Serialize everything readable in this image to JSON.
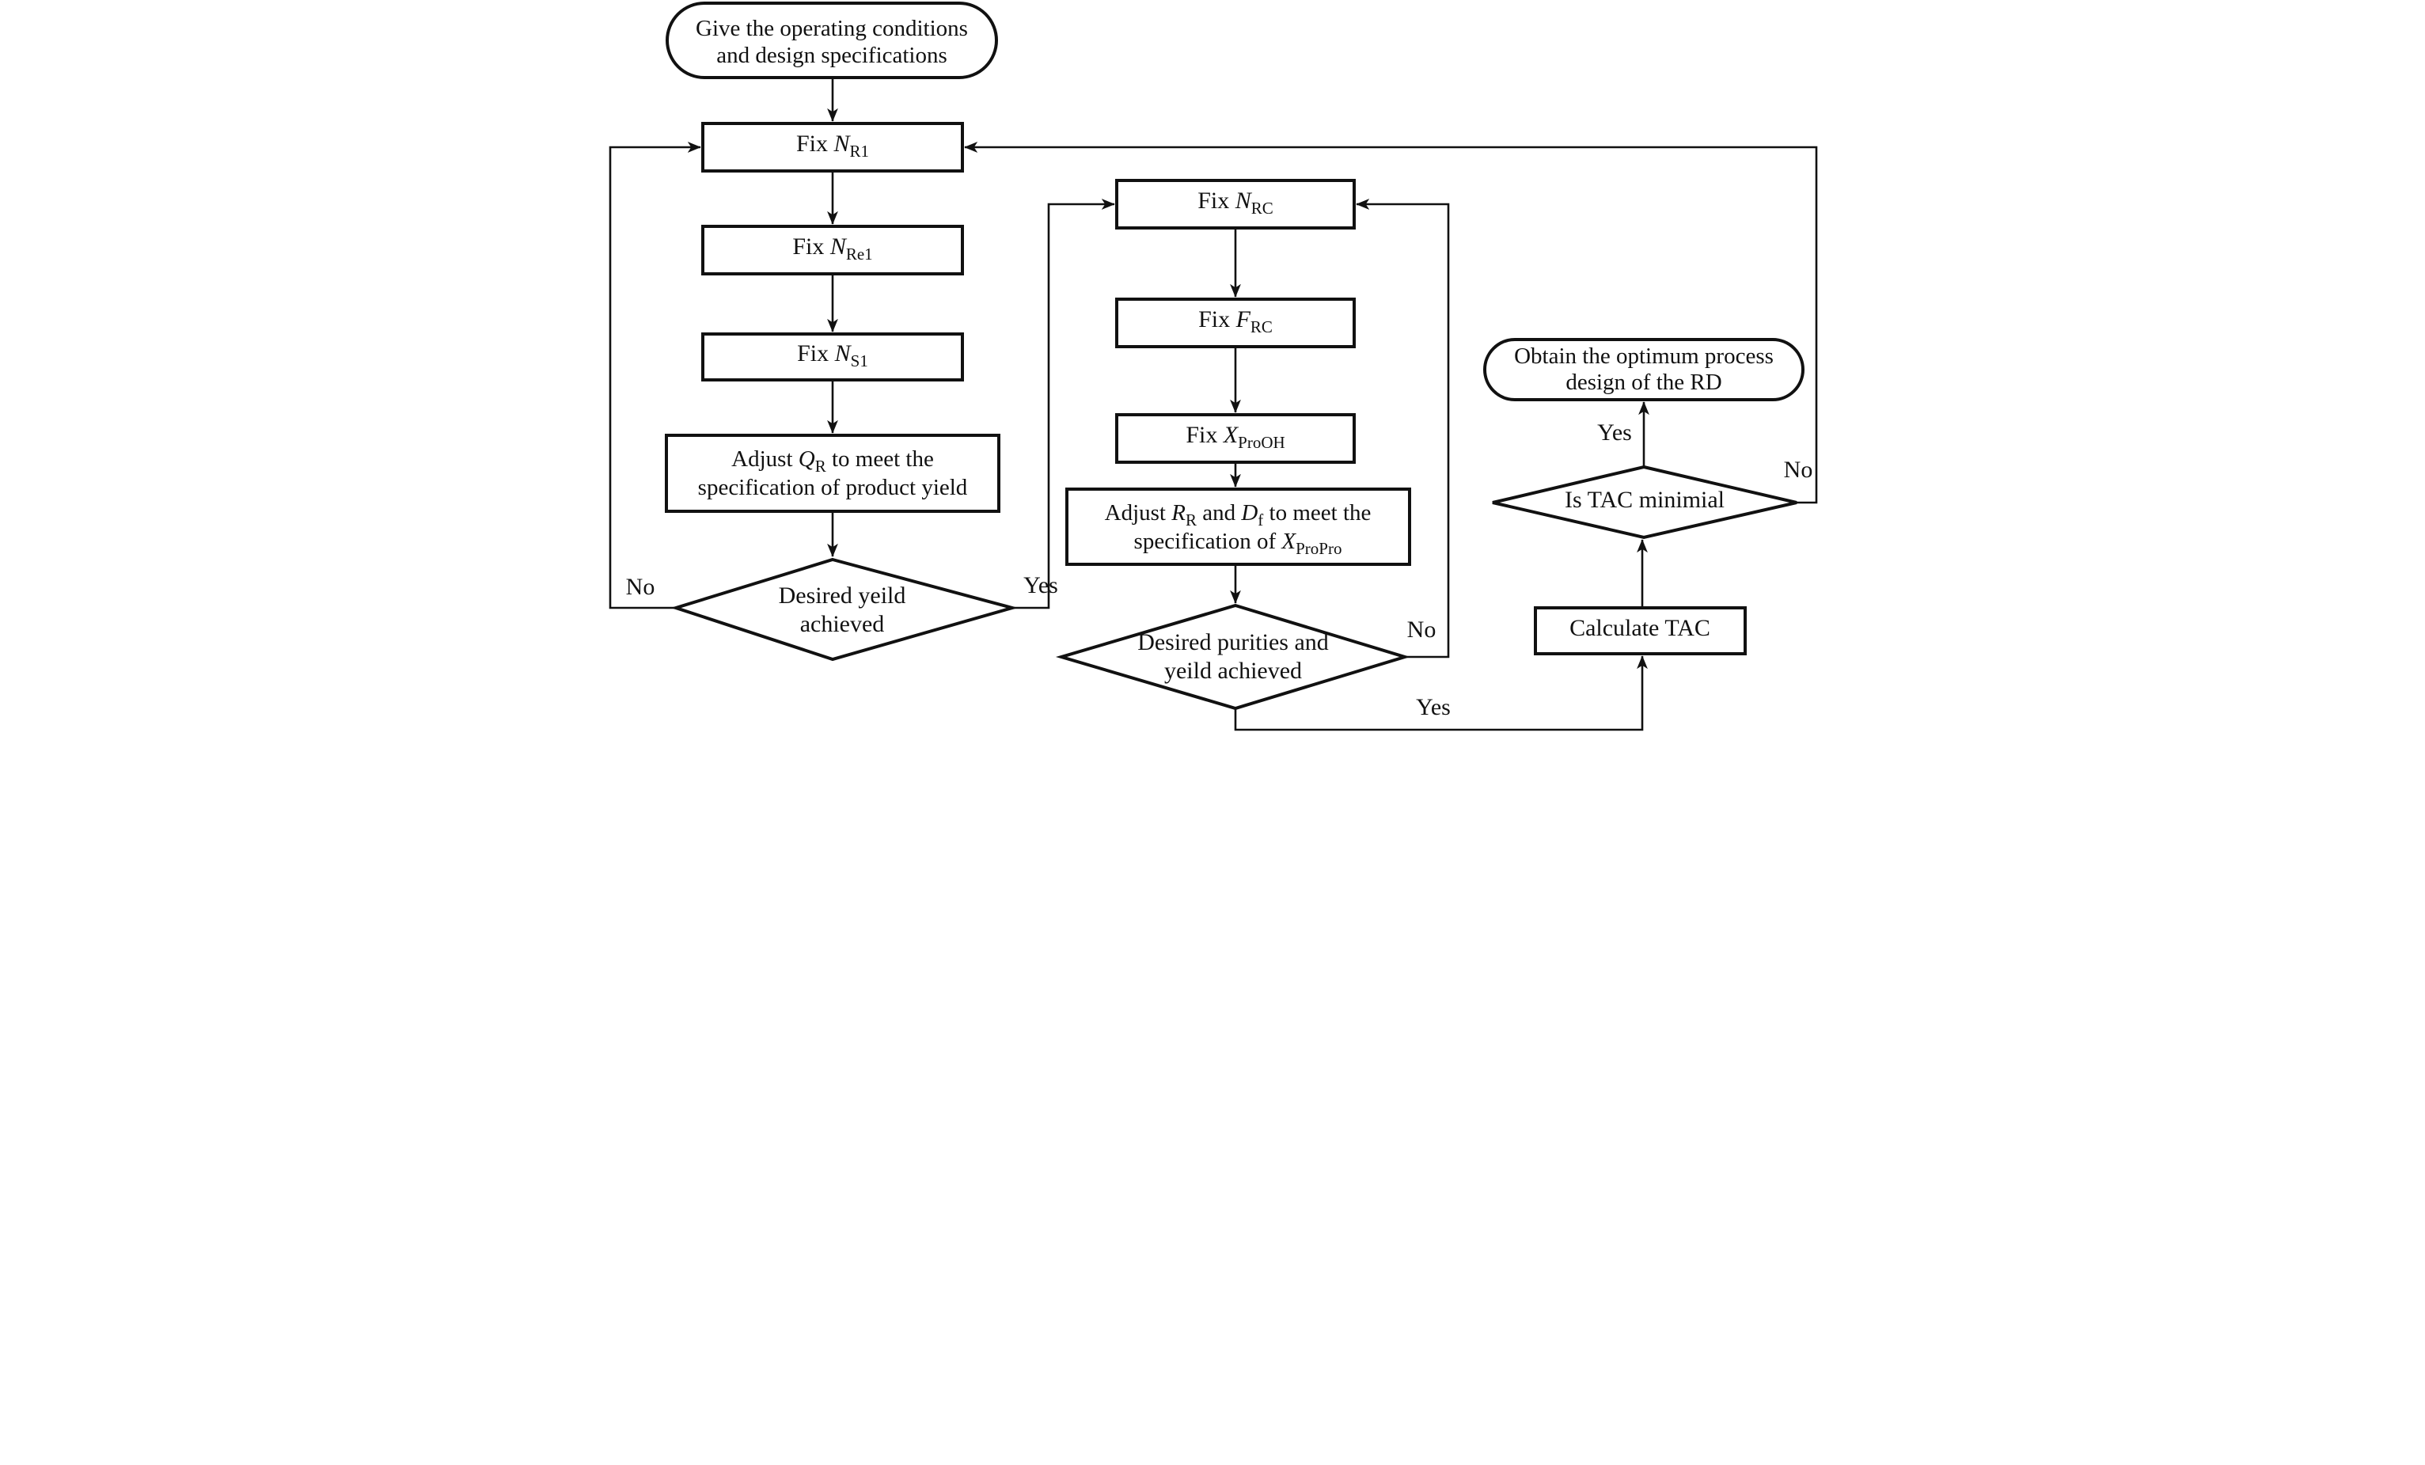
{
  "diagram": {
    "background": "#ffffff",
    "line_color": "#111111",
    "nodes": {
      "start": {
        "line1": "Give the operating conditions",
        "line2": "and design specifications"
      },
      "fix_nr1": {
        "pre": "Fix ",
        "var": "N",
        "sub": "R1"
      },
      "fix_nre1": {
        "pre": "Fix ",
        "var": "N",
        "sub": "Re1"
      },
      "fix_ns1": {
        "pre": "Fix ",
        "var": "N",
        "sub": "S1"
      },
      "adjust_qr": {
        "l1_pre": "Adjust ",
        "l1_var": "Q",
        "l1_sub": "R",
        "l1_post": " to meet the",
        "line2": "specification of product yield"
      },
      "decision_yield": {
        "line1": "Desired yeild",
        "line2": "achieved"
      },
      "fix_nrc": {
        "pre": "Fix ",
        "var": "N",
        "sub": "RC"
      },
      "fix_frc": {
        "pre": "Fix ",
        "var": "F",
        "sub": "RC"
      },
      "fix_xprooh": {
        "pre": "Fix ",
        "var": "X",
        "sub": "ProOH"
      },
      "adjust_rrdf": {
        "l1_pre": "Adjust ",
        "l1_var1": "R",
        "l1_sub1": "R",
        "l1_mid": " and ",
        "l1_var2": "D",
        "l1_sub2": "f",
        "l1_post": " to meet the",
        "l2_pre": "specification of ",
        "l2_var": "X",
        "l2_sub": "ProPro"
      },
      "decision_purity": {
        "line1": "Desired purities and",
        "line2": "yeild achieved"
      },
      "calc_tac": {
        "label": "Calculate TAC"
      },
      "decision_tac": {
        "label": "Is TAC minimial"
      },
      "end": {
        "line1": "Obtain the optimum process",
        "line2": "design of the RD"
      }
    },
    "edge_labels": {
      "no_yield": "No",
      "yes_yield": "Yes",
      "no_purity": "No",
      "yes_purity": "Yes",
      "yes_tac": "Yes",
      "no_tac": "No"
    }
  }
}
